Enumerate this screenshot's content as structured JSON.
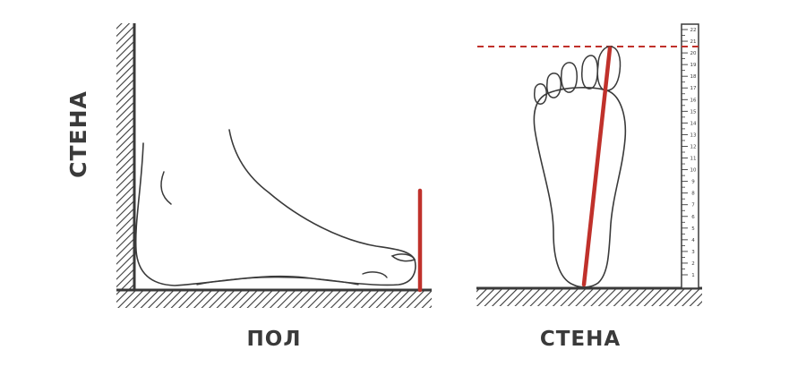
{
  "labels": {
    "wall_left": "СТЕНА",
    "floor": "ПОЛ",
    "wall_right": "СТЕНА"
  },
  "ruler": {
    "min": 1,
    "max": 22,
    "ticks": [
      "1",
      "2",
      "3",
      "4",
      "5",
      "6",
      "7",
      "8",
      "9",
      "10",
      "11",
      "12",
      "13",
      "14",
      "15",
      "16",
      "17",
      "18",
      "19",
      "20",
      "21",
      "22"
    ]
  },
  "colors": {
    "outline": "#3a3a3a",
    "measure": "#c0312b",
    "background": "#ffffff"
  }
}
